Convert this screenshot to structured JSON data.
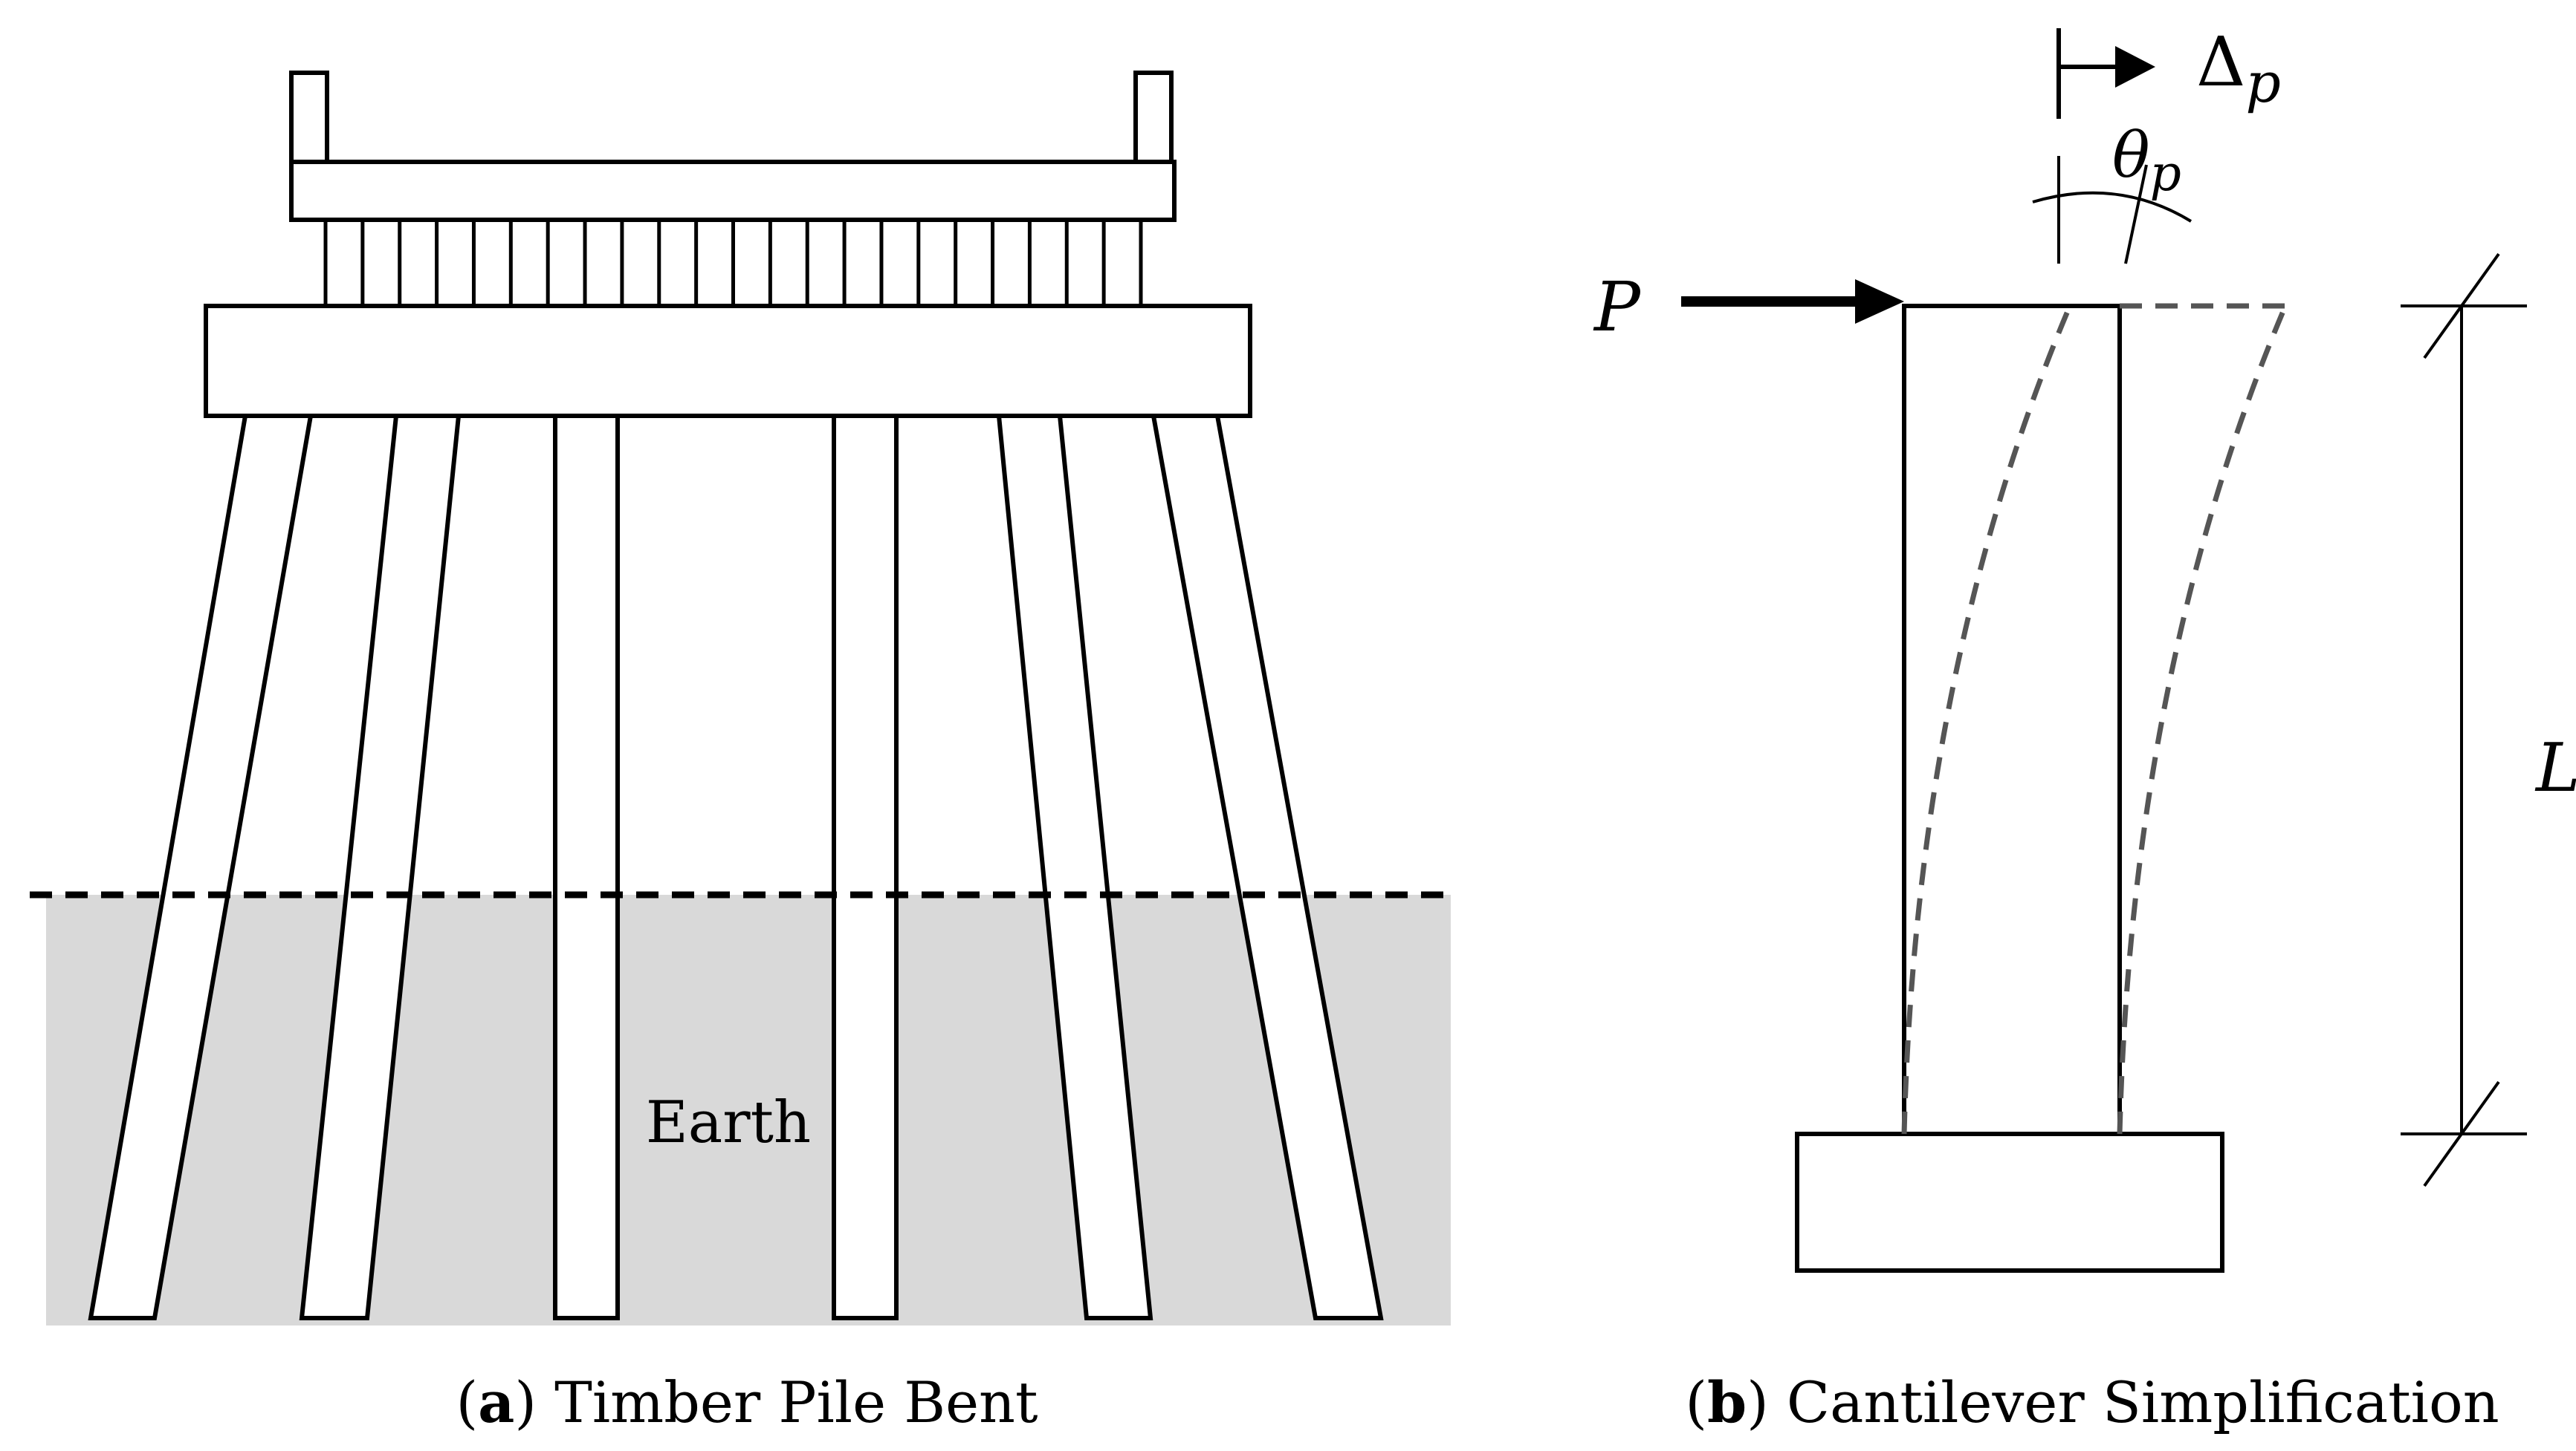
{
  "panel_a": {
    "caption_letter": "a",
    "caption_text": "Timber Pile Bent",
    "earth_label": "Earth"
  },
  "panel_b": {
    "caption_letter": "b",
    "caption_text": "Cantilever Simplification",
    "load_label": "P",
    "displacement_symbol": "Δ",
    "displacement_subscript": "p",
    "rotation_symbol": "θ",
    "rotation_subscript": "p",
    "length_label": "L"
  },
  "colors": {
    "ground_fill": "#d9d9d9",
    "line": "#000000"
  }
}
